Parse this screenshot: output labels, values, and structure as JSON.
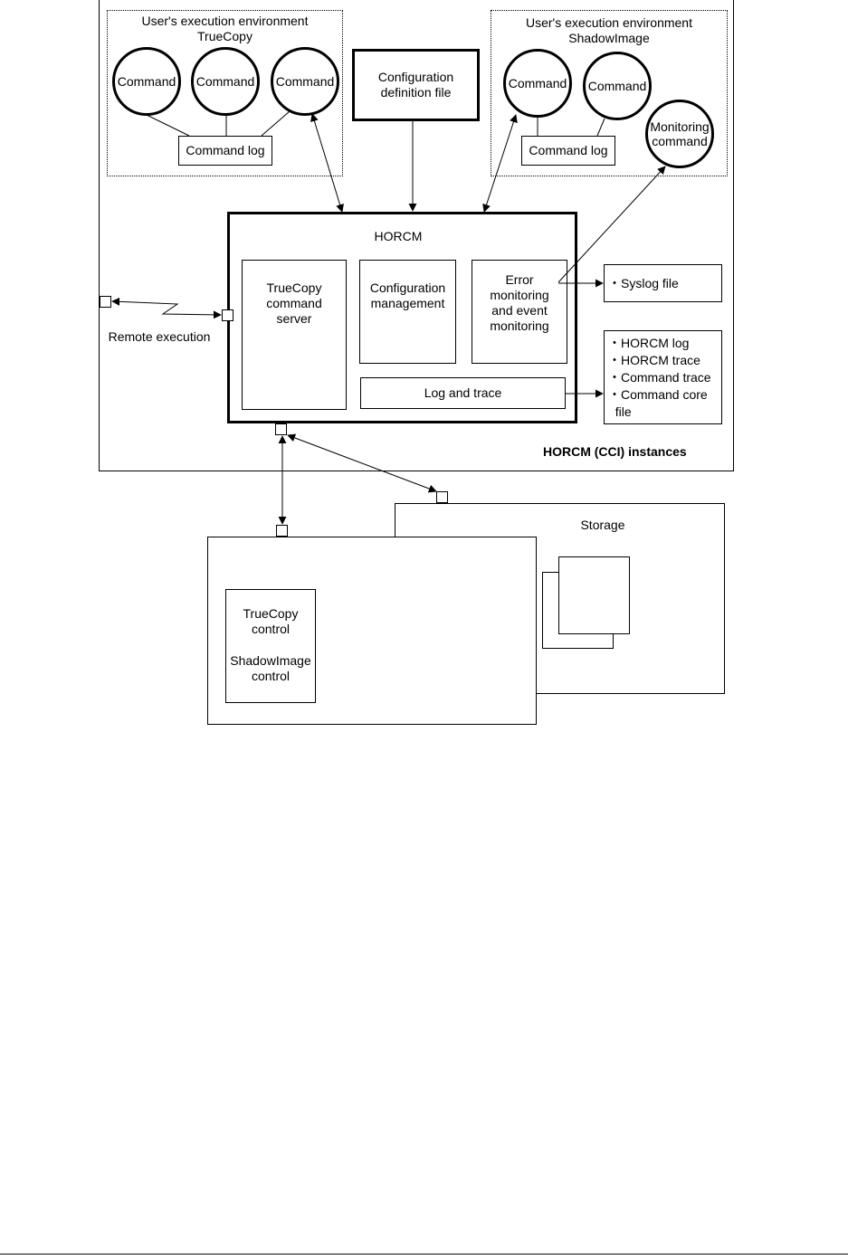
{
  "outer_label": "HORCM (CCI) instances",
  "truecopy_env": {
    "title_line1": "User's execution environment",
    "title_line2": "TrueCopy",
    "commands": [
      "Command",
      "Command",
      "Command"
    ],
    "log": "Command log"
  },
  "shadowimage_env": {
    "title_line1": "User's execution environment",
    "title_line2": "ShadowImage",
    "commands": [
      "Command",
      "Command"
    ],
    "monitoring_line1": "Monitoring",
    "monitoring_line2": "command",
    "log": "Command log"
  },
  "config_file": {
    "line1": "Configuration",
    "line2": "definition file"
  },
  "horcm": {
    "title": "HORCM",
    "tc_server": [
      "TrueCopy",
      "command",
      "server"
    ],
    "config_mgmt": [
      "Configuration",
      "management"
    ],
    "error_mon": [
      "Error",
      "monitoring",
      "and event",
      "monitoring"
    ],
    "log_trace": "Log and trace"
  },
  "syslog": "・Syslog file",
  "logs_list": [
    "・HORCM log",
    "・HORCM trace",
    "・Command trace",
    "・Command core",
    "  file"
  ],
  "remote_execution": "Remote execution",
  "storage": {
    "label": "Storage",
    "tc_control_1": "TrueCopy",
    "tc_control_2": "control",
    "si_control_1": "ShadowImage",
    "si_control_2": "control"
  }
}
